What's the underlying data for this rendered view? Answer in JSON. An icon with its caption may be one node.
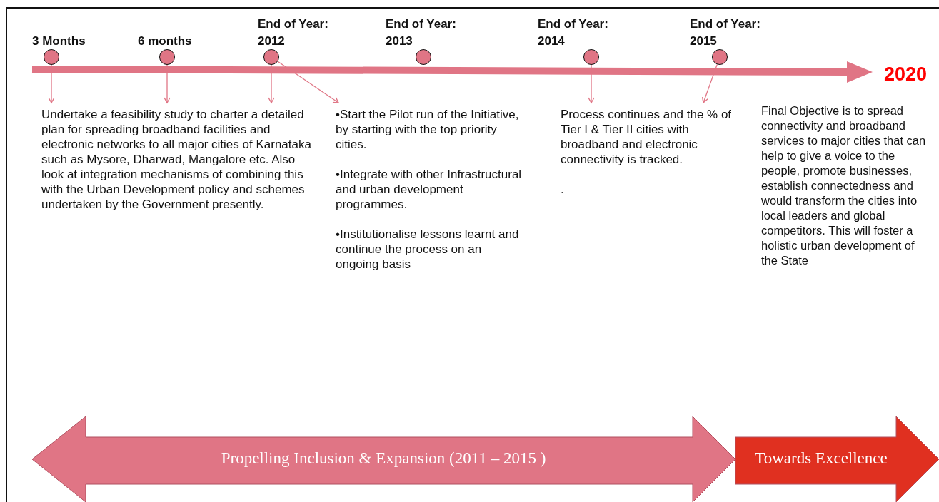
{
  "diagram": {
    "nodes": [
      {
        "text": [],
        "shape": "circle",
        "beside": [
          "3 Months"
        ]
      },
      {
        "text": [],
        "shape": "circle",
        "beside": [
          "6 months"
        ]
      },
      {
        "text": [],
        "shape": "circle",
        "beside": [
          "End of Year: 2012"
        ]
      },
      {
        "text": [],
        "shape": "circle",
        "beside": [
          "End of Year: 2013"
        ]
      },
      {
        "text": [],
        "shape": "circle",
        "beside": [
          "End of Year: 2014"
        ]
      },
      {
        "text": [],
        "shape": "circle",
        "beside": [
          "End of Year: 2015"
        ]
      },
      {
        "text": [
          "Undertake a feasibility study to charter a detailed plan for spreading broadband facilities and electronic networks to all major cities of Karnataka such as Mysore, Dharwad, Mangalore etc. Also look at integration mechanisms of combining this with the Urban Development policy and schemes undertaken by the Government presently."
        ]
      },
      {
        "text": [
          "•Start the Pilot run of the Initiative, by starting with the top priority cities.",
          "•Integrate with other Infrastructural and urban development programmes.",
          "•Institutionalise lessons learnt and continue the process on an ongoing basis"
        ]
      },
      {
        "text": [
          "Process continues and the % of Tier I & Tier II cities with broadband and electronic connectivity is tracked.",
          "."
        ]
      },
      {
        "text": [
          "Propelling Inclusion & Expansion (2011 – 2015 )"
        ]
      },
      {
        "text": [
          "Towards Excellence"
        ]
      }
    ],
    "edges": [
      {
        "from": 0,
        "to": 6,
        "arrow": "to"
      },
      {
        "from": 1,
        "to": 6,
        "arrow": "to"
      },
      {
        "from": 2,
        "to": 6,
        "arrow": "to"
      },
      {
        "from": 2,
        "to": 7,
        "arrow": "to"
      },
      {
        "from": 4,
        "to": 8,
        "arrow": "to"
      },
      {
        "from": 5,
        "to": 8,
        "arrow": "to"
      }
    ],
    "labels": [
      "2020",
      "Final Objective is to spread connectivity and broadband services to major cities that can help to give a voice to the people, promote businesses, establish connectedness and would transform the cities into local leaders and global competitors. This will foster a holistic urban development of the State"
    ]
  }
}
